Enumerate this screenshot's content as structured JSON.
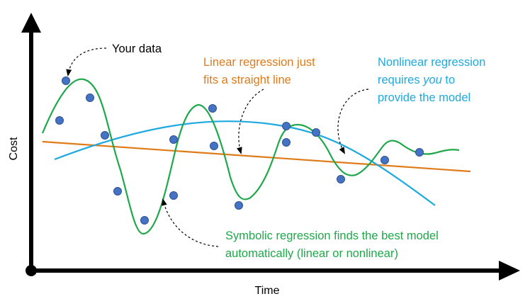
{
  "axes": {
    "x_label": "Time",
    "y_label": "Cost"
  },
  "annotations": {
    "your_data": "Your data",
    "linear_1": "Linear regression just",
    "linear_2": "fits a straight line",
    "nonlinear_1": "Nonlinear regression",
    "nonlinear_2a": "requires ",
    "nonlinear_2b": "you",
    "nonlinear_2c": " to",
    "nonlinear_3": "provide the model",
    "symbolic_1": "Symbolic regression finds the best model",
    "symbolic_2": "automatically (linear or nonlinear)"
  },
  "colors": {
    "axis": "#000000",
    "points": "#4472c4",
    "point_edge": "#2f528f",
    "linear": "#e07b1a",
    "nonlinear": "#1ea9e0",
    "symbolic": "#1fa84a",
    "arrow": "#000000"
  }
}
